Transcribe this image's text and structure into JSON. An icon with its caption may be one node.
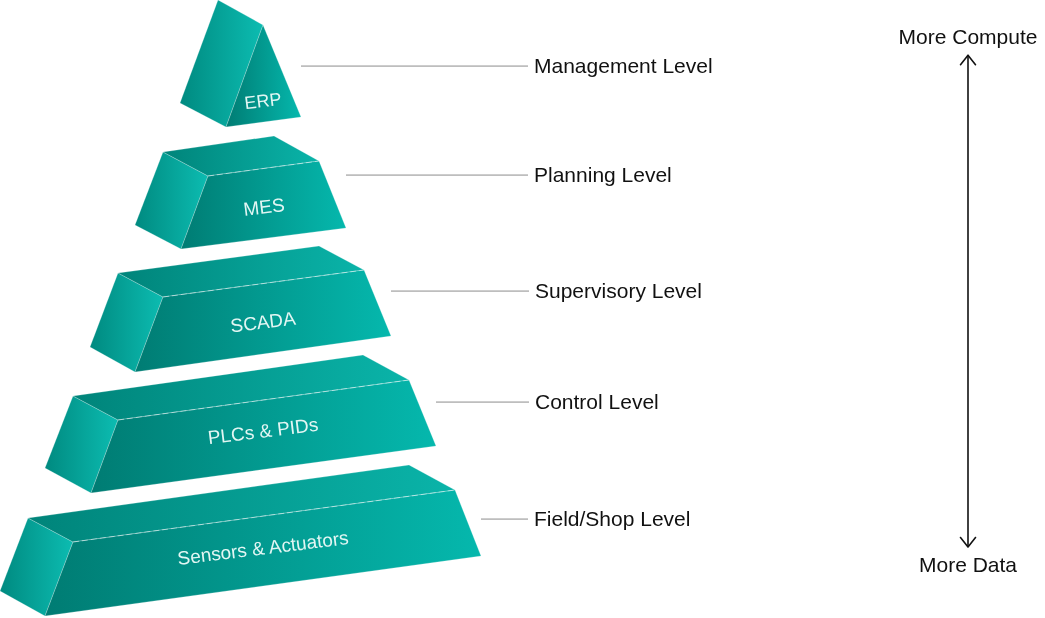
{
  "diagram": {
    "nodes": [
      {
        "text": [
          "ERP"
        ]
      },
      {
        "text": [
          "MES"
        ]
      },
      {
        "text": [
          "SCADA"
        ]
      },
      {
        "text": [
          "PLCs & PIDs"
        ]
      },
      {
        "text": [
          "Sensors & Actuators"
        ]
      },
      {
        "text": [
          "Management Level"
        ]
      },
      {
        "text": [
          "Planning Level"
        ]
      },
      {
        "text": [
          "Supervisory Level"
        ]
      },
      {
        "text": [
          "Control Level"
        ]
      },
      {
        "text": [
          "Field/Shop Level"
        ]
      },
      {
        "text": [
          "More Compute"
        ]
      },
      {
        "text": [
          "More Data"
        ]
      }
    ],
    "edges": [
      {
        "from": 0,
        "to": 5,
        "arrow": "none"
      },
      {
        "from": 1,
        "to": 6,
        "arrow": "none"
      },
      {
        "from": 2,
        "to": 7,
        "arrow": "none"
      },
      {
        "from": 3,
        "to": 8,
        "arrow": "none"
      },
      {
        "from": 4,
        "to": 9,
        "arrow": "none"
      },
      {
        "from": 10,
        "to": 11,
        "arrow": "both",
        "color": "#111111"
      }
    ]
  }
}
